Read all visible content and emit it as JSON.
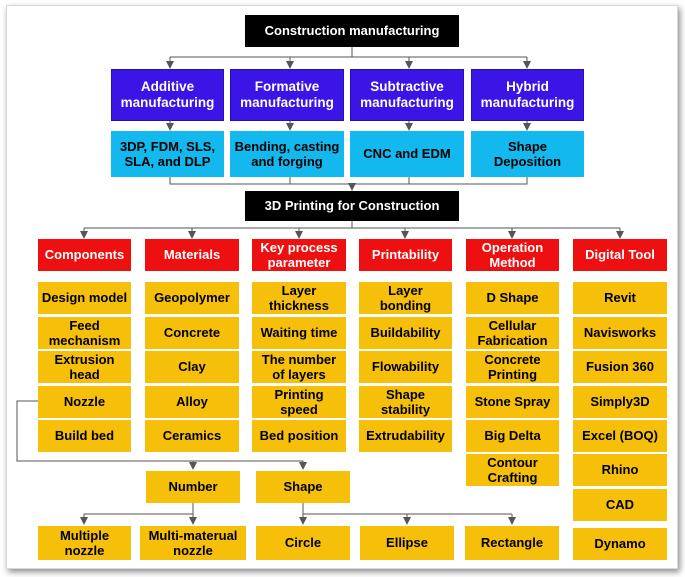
{
  "diagram": {
    "root": "Construction manufacturing",
    "categories": [
      {
        "title": "Additive manufacturing",
        "detail": "3DP, FDM, SLS, SLA, and DLP"
      },
      {
        "title": "Formative manufacturing",
        "detail": "Bending, casting and forging"
      },
      {
        "title": "Subtractive manufacturing",
        "detail": "CNC and EDM"
      },
      {
        "title": "Hybrid manufacturing",
        "detail": "Shape Deposition"
      }
    ],
    "hub": "3D Printing for Construction",
    "branches": [
      {
        "title": "Components",
        "items": [
          "Design model",
          "Feed mechanism",
          "Extrusion head",
          "Nozzle",
          "Build bed"
        ]
      },
      {
        "title": "Materials",
        "items": [
          "Geopolymer",
          "Concrete",
          "Clay",
          "Alloy",
          "Ceramics"
        ]
      },
      {
        "title": "Key process parameter",
        "items": [
          "Layer thickness",
          "Waiting time",
          "The number of layers",
          "Printing speed",
          "Bed position"
        ]
      },
      {
        "title": "Printability",
        "items": [
          "Layer bonding",
          "Buildability",
          "Flowability",
          "Shape stability",
          "Extrudability"
        ]
      },
      {
        "title": "Operation Method",
        "items": [
          "D Shape",
          "Cellular Fabrication",
          "Concrete Printing",
          "Stone Spray",
          "Big Delta",
          "Contour Crafting"
        ]
      },
      {
        "title": "Digital Tool",
        "items": [
          "Revit",
          "Navisworks",
          "Fusion 360",
          "Simply3D",
          "Excel (BOQ)",
          "Rhino",
          "CAD",
          "Dynamo"
        ]
      }
    ],
    "nozzle_children": [
      {
        "title": "Number",
        "items": [
          "Multiple nozzle",
          "Multi-materual nozzle"
        ]
      },
      {
        "title": "Shape",
        "items": [
          "Circle",
          "Ellipse",
          "Rectangle"
        ]
      }
    ],
    "colors": {
      "root": "#000000",
      "category": "#3b14e6",
      "detail": "#13b8ef",
      "branch": "#ee1010",
      "item": "#f5bf0a",
      "connector": "#555555"
    }
  }
}
